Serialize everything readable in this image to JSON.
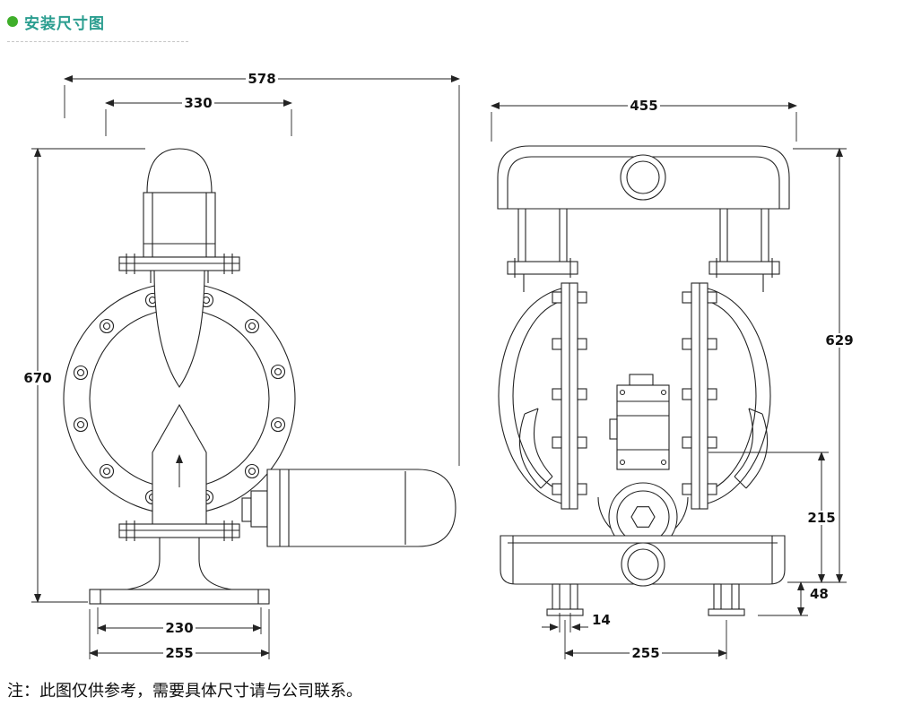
{
  "header": {
    "title": "安装尺寸图"
  },
  "note": {
    "text": "注：此图仅供参考，需要具体尺寸请与公司联系。"
  },
  "colors": {
    "title_accent": "#2a9d8f",
    "bullet_green": "#3fae2a",
    "line_color": "#232323"
  },
  "diagram": {
    "left_view": {
      "overall_width": "578",
      "upper_width": "330",
      "overall_height": "670",
      "base_width": "230",
      "base_outer_width": "255"
    },
    "right_view": {
      "top_width": "455",
      "overall_height": "629",
      "lower_height": "215",
      "foot_height": "48",
      "foot_slot_width": "14",
      "foot_span": "255"
    }
  }
}
